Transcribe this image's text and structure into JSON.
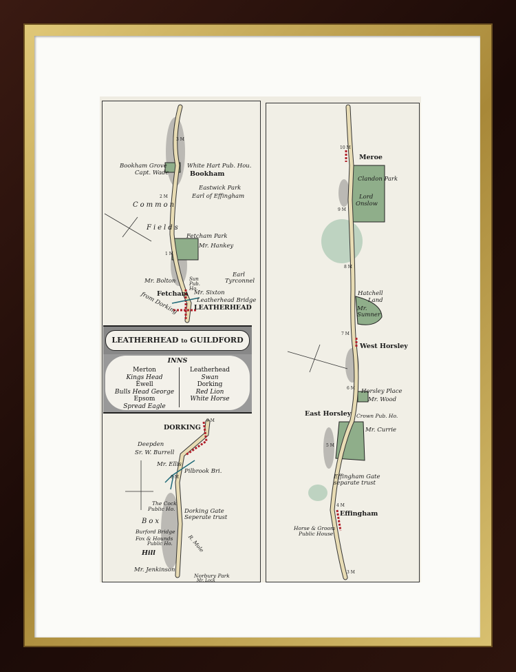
{
  "map": {
    "title_left": "LEATHERHEAD",
    "title_to": "to",
    "title_right": "GUILDFORD",
    "inns_heading": "INNS",
    "inns_left": [
      "Merton",
      "Kings Head",
      "Ewell",
      "Bulls Head George",
      "Epsom",
      "Spread Eagle"
    ],
    "inns_right": [
      "Leatherhead",
      "Swan",
      "Dorking",
      "Red Lion",
      "White Horse"
    ],
    "top_left_labels": {
      "bookham_grove": "Bookham Grove",
      "cap_wade": "Capt. Wade",
      "white_hart": "White Hart Pub. Hou.",
      "bookham": "Bookham",
      "eastwick": "Eastwick Park",
      "earl_effingham": "Earl of Effingham",
      "m2": "2 M",
      "common": "Common",
      "fields": "Fields",
      "fetcham_park": "Fetcham Park",
      "hankey": "Mr. Hankey",
      "m1": "1 M",
      "earl_tyrconnel": "Earl Tyrconnel",
      "sun_pub": "Sun Pub. Ho.",
      "bolton": "Mr. Bolton",
      "fetcham": "Fetcham",
      "sixton": "Mr. Sixton",
      "lh_bridge": "Leatherhead Bridge",
      "leatherhead": "LEATHERHEAD",
      "from_dorking": "from Dorking",
      "m3": "3 M"
    },
    "bottom_left_labels": {
      "dorking": "DORKING",
      "m9": "9 M",
      "deepden": "Deepden",
      "burrell": "Sr. W. Burrell",
      "ellis": "Mr. Ellis",
      "pilbrook": "Pilbrook Bri.",
      "m8": "8 M",
      "cock": "The Cock",
      "cock2": "Public Ho.",
      "dorking_gate": "Dorking Gate",
      "sep_trust": "Seperate trust",
      "box": "Box",
      "burford": "Burford Bridge",
      "fox": "Fox & Hounds",
      "fox2": "Public Ho.",
      "hill": "Hill",
      "mole": "R. Mole",
      "jenkinson": "Mr. Jenkinson",
      "norbury": "Norbury Park",
      "lock": "Mr. Lock"
    },
    "right_labels": {
      "m10": "10 M",
      "meroe": "Meroe",
      "clandon": "Clandon Park",
      "lord": "Lord",
      "onslow": "Onslow",
      "m9": "9 M",
      "m8": "8 M",
      "hatchell": "Hatchell",
      "land": "Land",
      "sumner": "Mr. Sumner",
      "m7": "7 M",
      "west_horsley": "West Horsley",
      "m6": "6 M",
      "horsley_place": "Horsley Place",
      "wood": "Mr. Wood",
      "east_horsley": "East Horsley",
      "crown": "Crown Pub. Ho.",
      "currie": "Mr. Currie",
      "m5": "5 M",
      "eff_gate": "Effingham Gate",
      "sep_trust": "separate trust",
      "m4": "4 M",
      "effingham": "Effingham",
      "horse": "Horse & Groom",
      "public_house": "Public House",
      "m3": "3 M"
    },
    "colors": {
      "frame": "#2a120c",
      "gold": "#c8aa58",
      "road": "#e8dcb4",
      "park": "#8fae8a",
      "town": "#b0202a",
      "river": "#1f6a78"
    }
  }
}
